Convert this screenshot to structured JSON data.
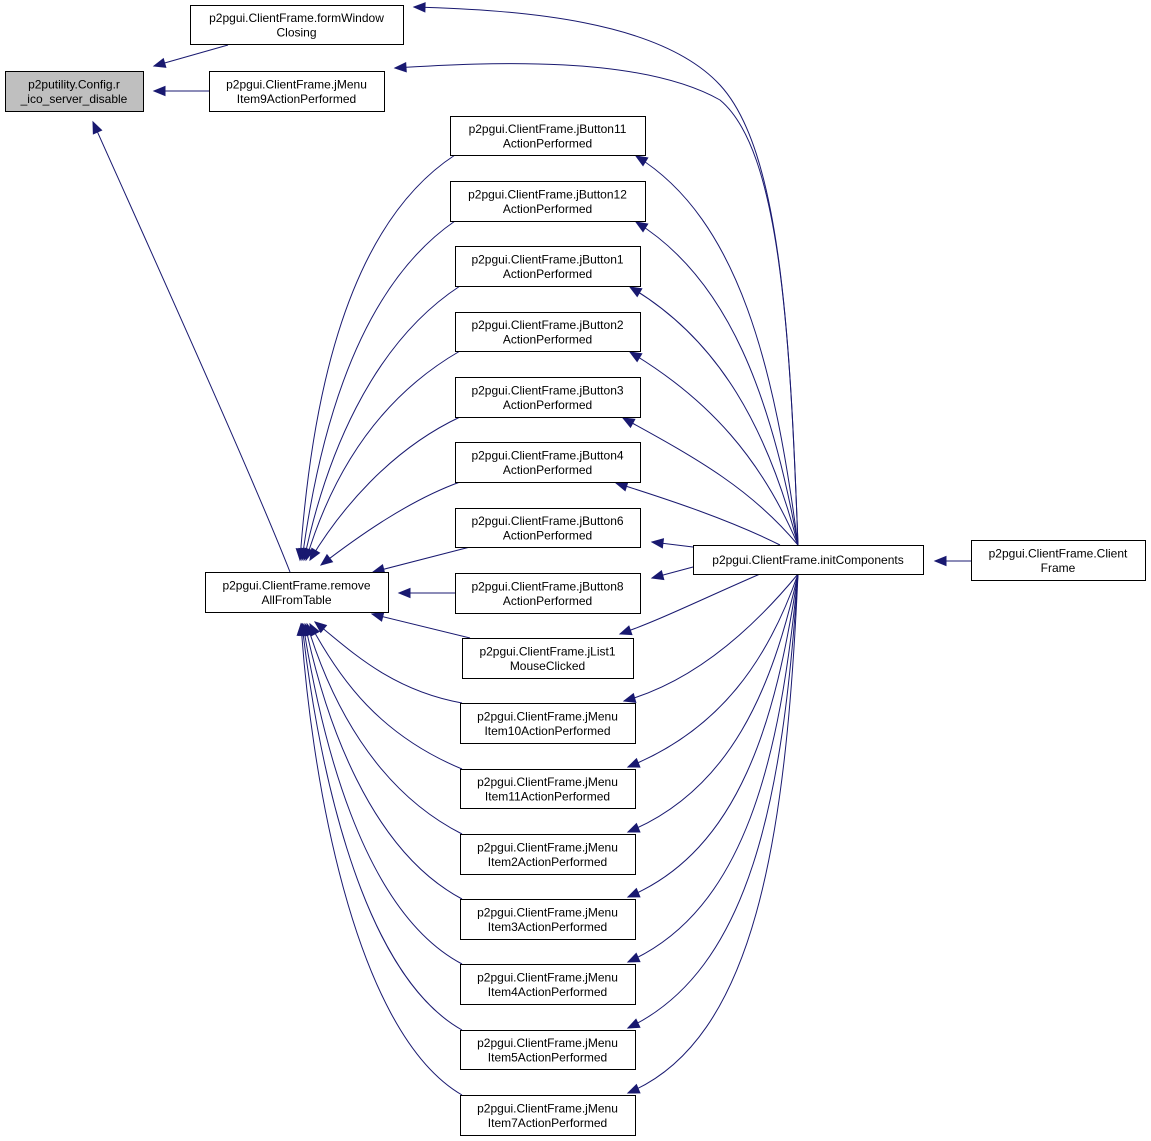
{
  "colors": {
    "edge": "#191970",
    "node_border": "#000000",
    "node_fill": "#ffffff",
    "highlight_fill": "#bfbfbf"
  },
  "nodes": {
    "config": {
      "lines": [
        "p2putility.Config.r",
        "_ico_server_disable"
      ],
      "highlight": true
    },
    "formWindow": {
      "lines": [
        "p2pgui.ClientFrame.formWindow",
        "Closing"
      ]
    },
    "jMenuItem9": {
      "lines": [
        "p2pgui.ClientFrame.jMenu",
        "Item9ActionPerformed"
      ]
    },
    "removeAll": {
      "lines": [
        "p2pgui.ClientFrame.remove",
        "AllFromTable"
      ]
    },
    "jButton11": {
      "lines": [
        "p2pgui.ClientFrame.jButton11",
        "ActionPerformed"
      ]
    },
    "jButton12": {
      "lines": [
        "p2pgui.ClientFrame.jButton12",
        "ActionPerformed"
      ]
    },
    "jButton1": {
      "lines": [
        "p2pgui.ClientFrame.jButton1",
        "ActionPerformed"
      ]
    },
    "jButton2": {
      "lines": [
        "p2pgui.ClientFrame.jButton2",
        "ActionPerformed"
      ]
    },
    "jButton3": {
      "lines": [
        "p2pgui.ClientFrame.jButton3",
        "ActionPerformed"
      ]
    },
    "jButton4": {
      "lines": [
        "p2pgui.ClientFrame.jButton4",
        "ActionPerformed"
      ]
    },
    "jButton6": {
      "lines": [
        "p2pgui.ClientFrame.jButton6",
        "ActionPerformed"
      ]
    },
    "jButton8": {
      "lines": [
        "p2pgui.ClientFrame.jButton8",
        "ActionPerformed"
      ]
    },
    "jList1": {
      "lines": [
        "p2pgui.ClientFrame.jList1",
        "MouseClicked"
      ]
    },
    "jMenuItem10": {
      "lines": [
        "p2pgui.ClientFrame.jMenu",
        "Item10ActionPerformed"
      ]
    },
    "jMenuItem11": {
      "lines": [
        "p2pgui.ClientFrame.jMenu",
        "Item11ActionPerformed"
      ]
    },
    "jMenuItem2": {
      "lines": [
        "p2pgui.ClientFrame.jMenu",
        "Item2ActionPerformed"
      ]
    },
    "jMenuItem3": {
      "lines": [
        "p2pgui.ClientFrame.jMenu",
        "Item3ActionPerformed"
      ]
    },
    "jMenuItem4": {
      "lines": [
        "p2pgui.ClientFrame.jMenu",
        "Item4ActionPerformed"
      ]
    },
    "jMenuItem5": {
      "lines": [
        "p2pgui.ClientFrame.jMenu",
        "Item5ActionPerformed"
      ]
    },
    "jMenuItem7": {
      "lines": [
        "p2pgui.ClientFrame.jMenu",
        "Item7ActionPerformed"
      ]
    },
    "initComponents": {
      "lines": [
        "p2pgui.ClientFrame.initComponents"
      ]
    },
    "clientFrame": {
      "lines": [
        "p2pgui.ClientFrame.Client",
        "Frame"
      ]
    }
  },
  "edges": [
    {
      "from": "formWindow",
      "to": "config"
    },
    {
      "from": "jMenuItem9",
      "to": "config"
    },
    {
      "from": "removeAll",
      "to": "config"
    },
    {
      "from": "initComponents",
      "to": "formWindow"
    },
    {
      "from": "initComponents",
      "to": "jMenuItem9"
    },
    {
      "from": "jButton11",
      "to": "removeAll"
    },
    {
      "from": "jButton12",
      "to": "removeAll"
    },
    {
      "from": "jButton1",
      "to": "removeAll"
    },
    {
      "from": "jButton2",
      "to": "removeAll"
    },
    {
      "from": "jButton3",
      "to": "removeAll"
    },
    {
      "from": "jButton4",
      "to": "removeAll"
    },
    {
      "from": "jButton6",
      "to": "removeAll"
    },
    {
      "from": "jButton8",
      "to": "removeAll"
    },
    {
      "from": "jList1",
      "to": "removeAll"
    },
    {
      "from": "jMenuItem10",
      "to": "removeAll"
    },
    {
      "from": "jMenuItem11",
      "to": "removeAll"
    },
    {
      "from": "jMenuItem2",
      "to": "removeAll"
    },
    {
      "from": "jMenuItem3",
      "to": "removeAll"
    },
    {
      "from": "jMenuItem4",
      "to": "removeAll"
    },
    {
      "from": "jMenuItem5",
      "to": "removeAll"
    },
    {
      "from": "jMenuItem7",
      "to": "removeAll"
    },
    {
      "from": "initComponents",
      "to": "jButton11"
    },
    {
      "from": "initComponents",
      "to": "jButton12"
    },
    {
      "from": "initComponents",
      "to": "jButton1"
    },
    {
      "from": "initComponents",
      "to": "jButton2"
    },
    {
      "from": "initComponents",
      "to": "jButton3"
    },
    {
      "from": "initComponents",
      "to": "jButton4"
    },
    {
      "from": "initComponents",
      "to": "jButton6"
    },
    {
      "from": "initComponents",
      "to": "jButton8"
    },
    {
      "from": "initComponents",
      "to": "jList1"
    },
    {
      "from": "initComponents",
      "to": "jMenuItem10"
    },
    {
      "from": "initComponents",
      "to": "jMenuItem11"
    },
    {
      "from": "initComponents",
      "to": "jMenuItem2"
    },
    {
      "from": "initComponents",
      "to": "jMenuItem3"
    },
    {
      "from": "initComponents",
      "to": "jMenuItem4"
    },
    {
      "from": "initComponents",
      "to": "jMenuItem5"
    },
    {
      "from": "initComponents",
      "to": "jMenuItem7"
    },
    {
      "from": "clientFrame",
      "to": "initComponents"
    }
  ]
}
